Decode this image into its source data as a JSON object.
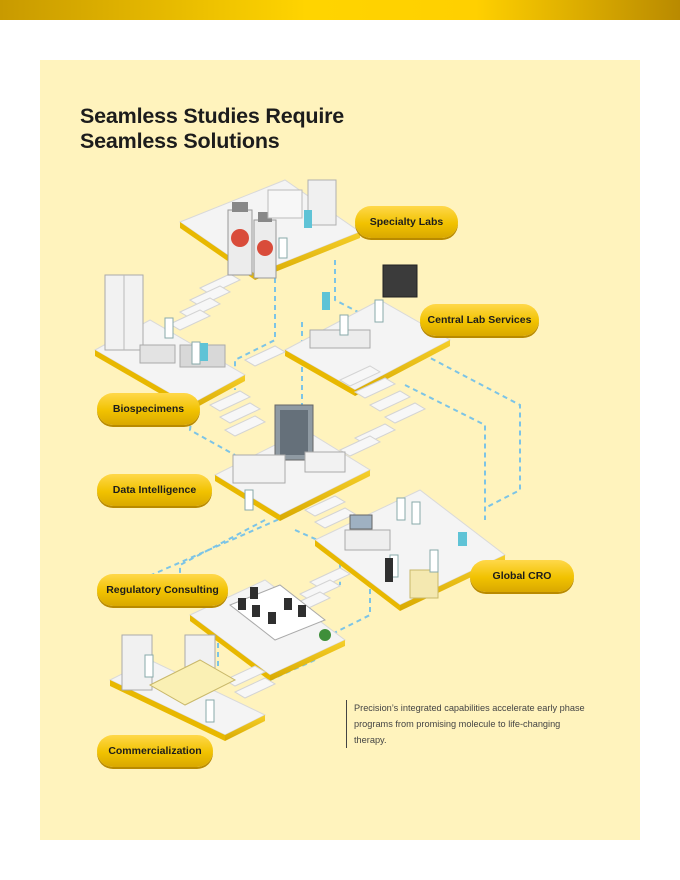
{
  "page": {
    "title_lines": [
      "Seamless Studies Require",
      "Seamless Solutions"
    ],
    "caption": "Precision’s integrated capabilities accelerate early phase programs from promising molecule to life-changing therapy."
  },
  "labels": {
    "specialty_labs": "Specialty Labs",
    "central_lab_services": "Central Lab Services",
    "biospecimens": "Biospecimens",
    "data_intelligence": "Data Intelligence",
    "global_cro": "Global CRO",
    "regulatory_consulting": "Regulatory Consulting",
    "commercialization": "Commercialization"
  },
  "colors": {
    "accent_gold": "#f1c200",
    "panel_bg": "#fff3bd",
    "connector_blue": "#7cc4e6",
    "floor": "#f4f4f4",
    "floor_edge": "#d9d9d9"
  },
  "icons": [
    "isometric-lab-illustration",
    "connector-dashed-lines",
    "stair-steps"
  ]
}
